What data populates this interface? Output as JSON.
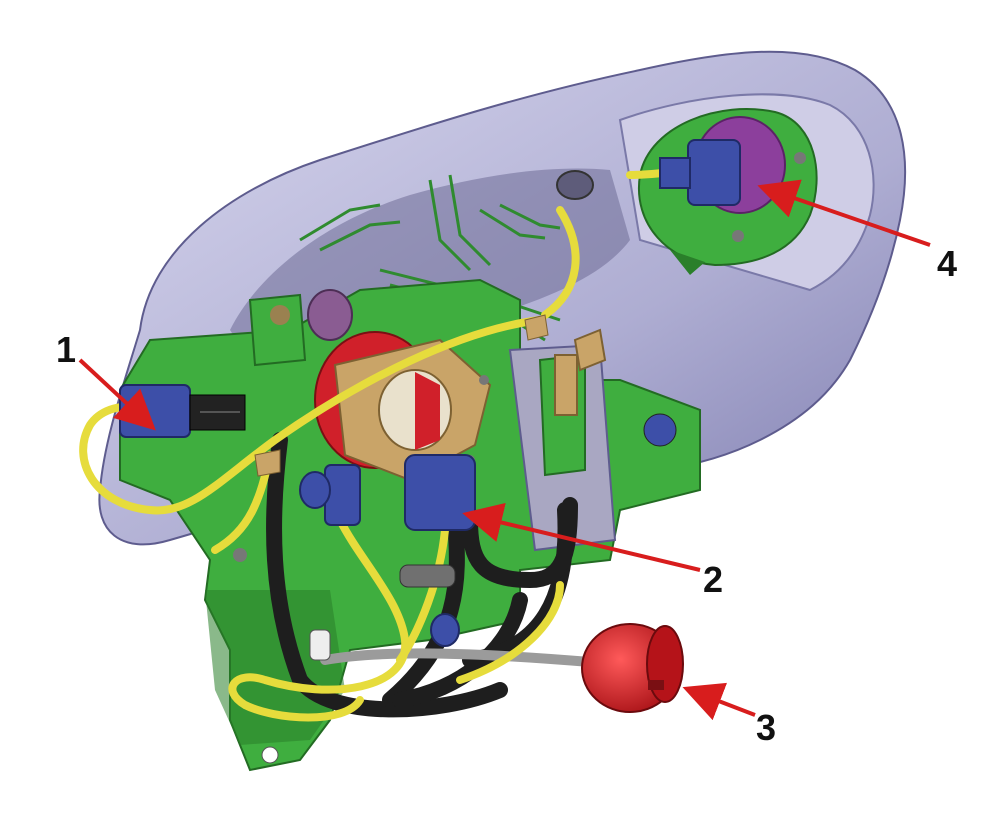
{
  "callouts": [
    {
      "id": "1",
      "label": "1"
    },
    {
      "id": "2",
      "label": "2"
    },
    {
      "id": "3",
      "label": "3"
    },
    {
      "id": "4",
      "label": "4"
    }
  ],
  "colors": {
    "housing": "#b9b8db",
    "housing_shadow": "#8d8cb8",
    "bracket_green": "#3fae3f",
    "bracket_dark": "#2a7f2a",
    "wire_yellow": "#e6dc3c",
    "hose_black": "#1e1e1e",
    "connector_blue": "#3d4fa8",
    "gasket_tan": "#c9a468",
    "coil_red": "#d0202a",
    "cap_red": "#d41d24",
    "lens_purple": "#8c3f9c",
    "arrow_red": "#d81d1d"
  },
  "icons": {
    "connector_1": "blue-connector-icon",
    "connector_2": "blue-connector-icon",
    "component_3": "red-cap-icon",
    "connector_4": "blue-connector-icon"
  }
}
